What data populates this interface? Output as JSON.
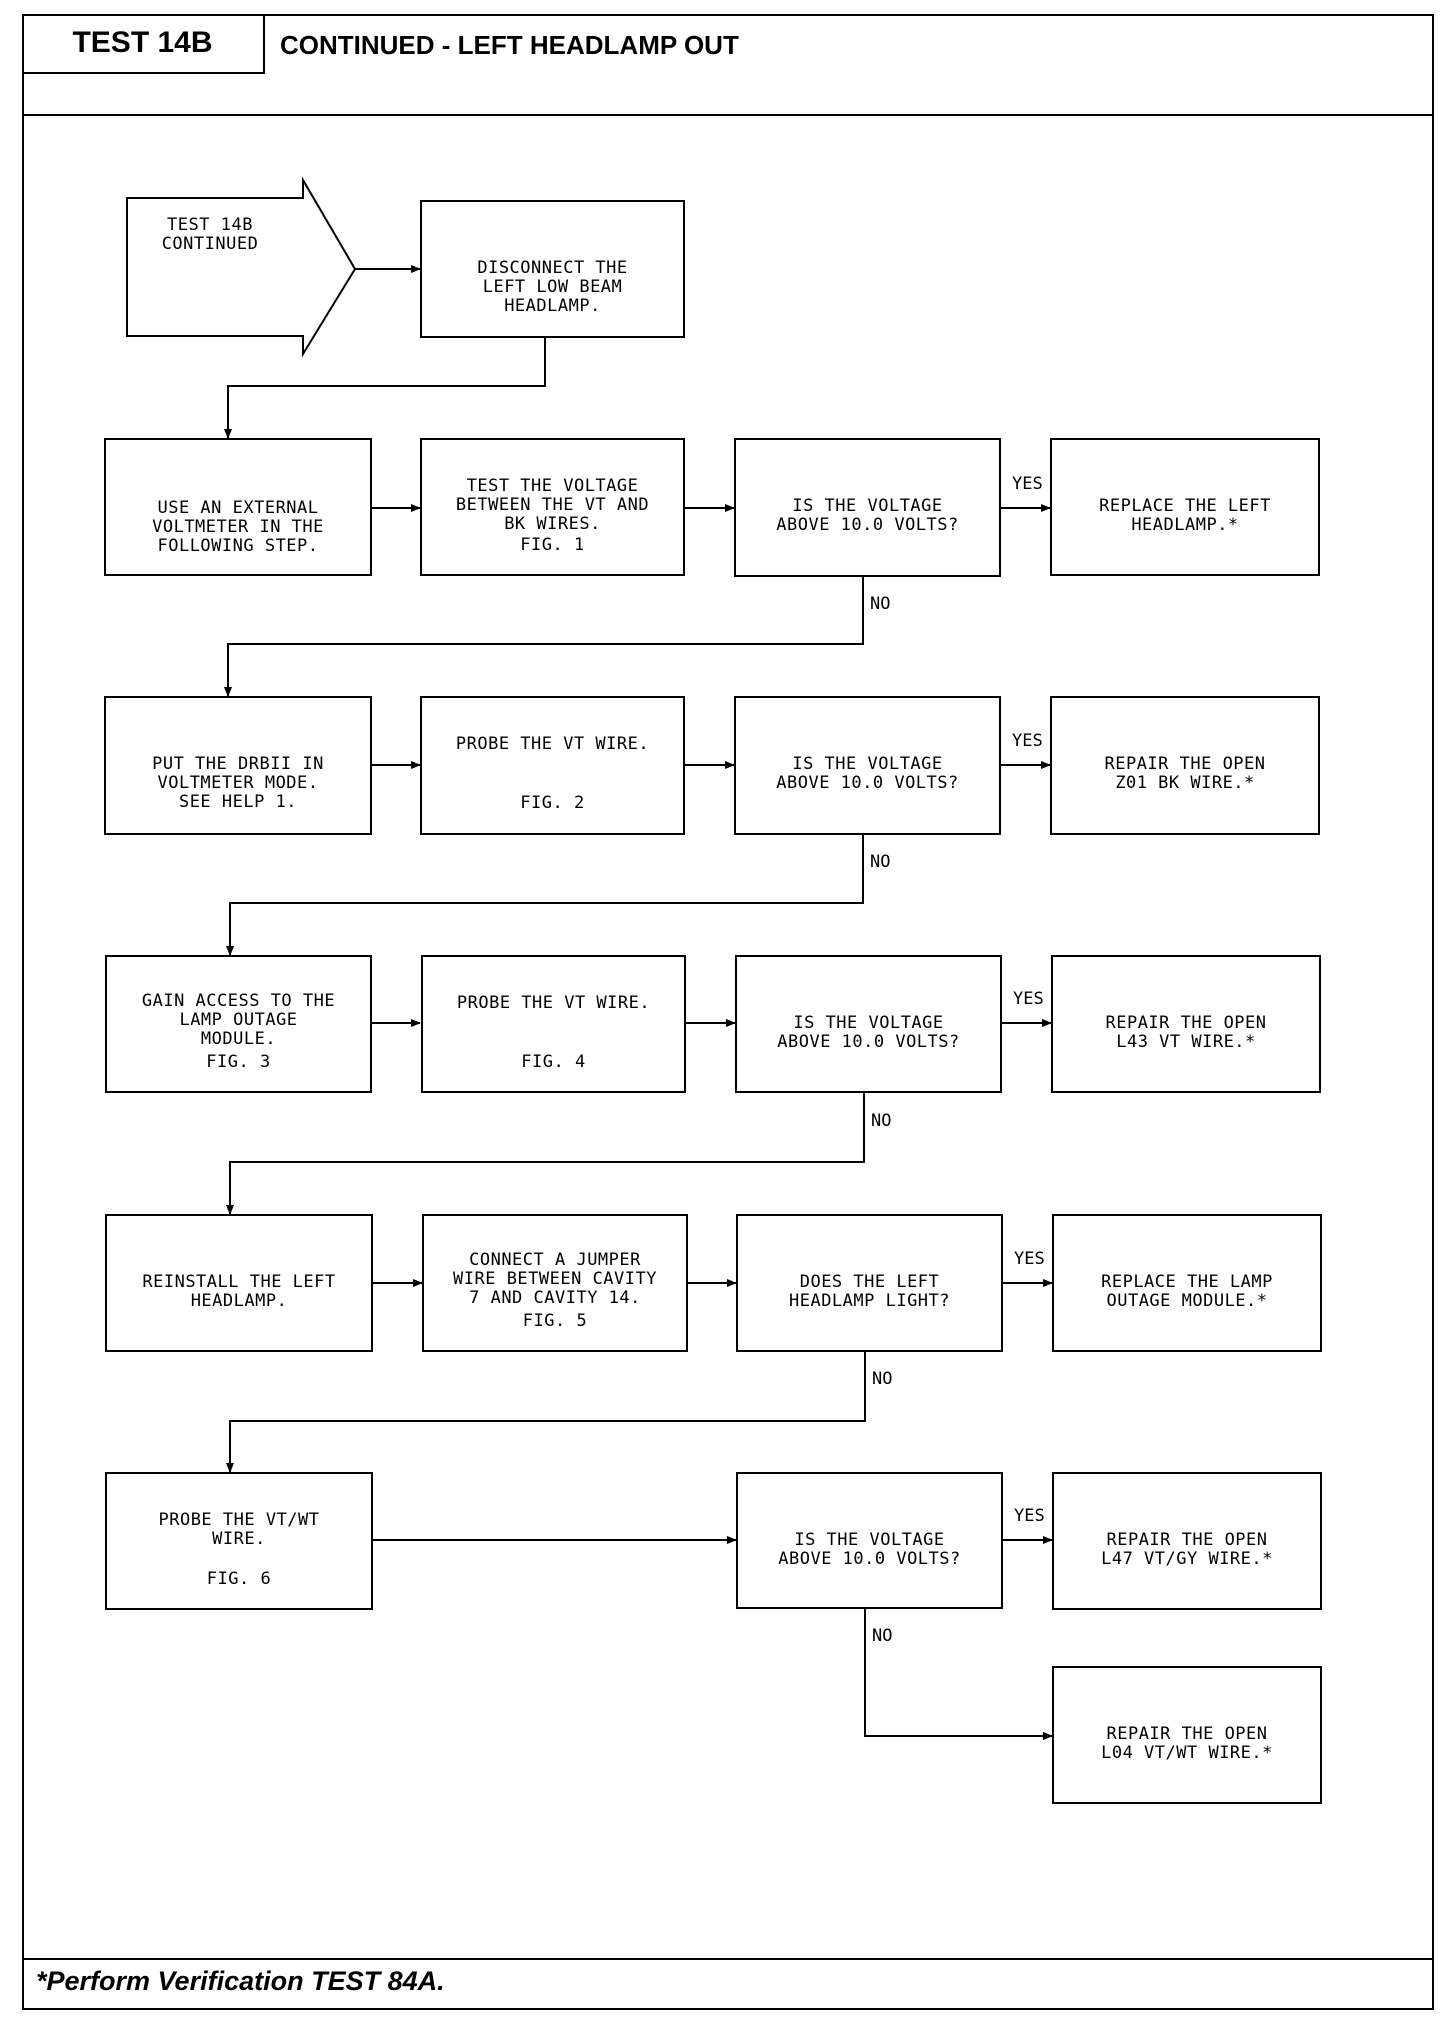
{
  "header": {
    "test_label": "TEST 14B",
    "title": "CONTINUED - LEFT HEADLAMP OUT"
  },
  "footer": {
    "note": "*Perform Verification TEST 84A."
  },
  "flow": {
    "start": "TEST 14B\nCONTINUED",
    "disconnect": "DISCONNECT THE\nLEFT LOW BEAM\nHEADLAMP.",
    "row1": {
      "a": "USE AN EXTERNAL\nVOLTMETER IN THE\nFOLLOWING STEP.",
      "b": "TEST THE VOLTAGE\nBETWEEN THE VT AND\nBK WIRES.",
      "b_fig": "FIG. 1",
      "q": "IS THE VOLTAGE\nABOVE 10.0 VOLTS?",
      "r": "REPLACE THE LEFT\nHEADLAMP.*"
    },
    "row2": {
      "a": "PUT THE DRBII IN\nVOLTMETER MODE.\nSEE HELP 1.",
      "b": "PROBE THE VT WIRE.",
      "b_fig": "FIG. 2",
      "q": "IS THE VOLTAGE\nABOVE 10.0 VOLTS?",
      "r": "REPAIR THE OPEN\nZ01 BK WIRE.*"
    },
    "row3": {
      "a": "GAIN ACCESS TO THE\nLAMP OUTAGE\nMODULE.",
      "a_fig": "FIG. 3",
      "b": "PROBE THE VT WIRE.",
      "b_fig": "FIG. 4",
      "q": "IS THE VOLTAGE\nABOVE 10.0 VOLTS?",
      "r": "REPAIR THE OPEN\nL43 VT WIRE.*"
    },
    "row4": {
      "a": "REINSTALL THE LEFT\nHEADLAMP.",
      "b": "CONNECT A JUMPER\nWIRE BETWEEN CAVITY\n7 AND CAVITY 14.",
      "b_fig": "FIG. 5",
      "q": "DOES THE LEFT\nHEADLAMP LIGHT?",
      "r": "REPLACE THE LAMP\nOUTAGE MODULE.*"
    },
    "row5": {
      "a": "PROBE THE VT/WT\nWIRE.",
      "a_fig": "FIG. 6",
      "q": "IS THE VOLTAGE\nABOVE 10.0 VOLTS?",
      "r": "REPAIR THE OPEN\nL47 VT/GY WIRE.*"
    },
    "final": "REPAIR THE OPEN\nL04 VT/WT WIRE.*",
    "yes_label": "YES",
    "no_label": "NO"
  }
}
